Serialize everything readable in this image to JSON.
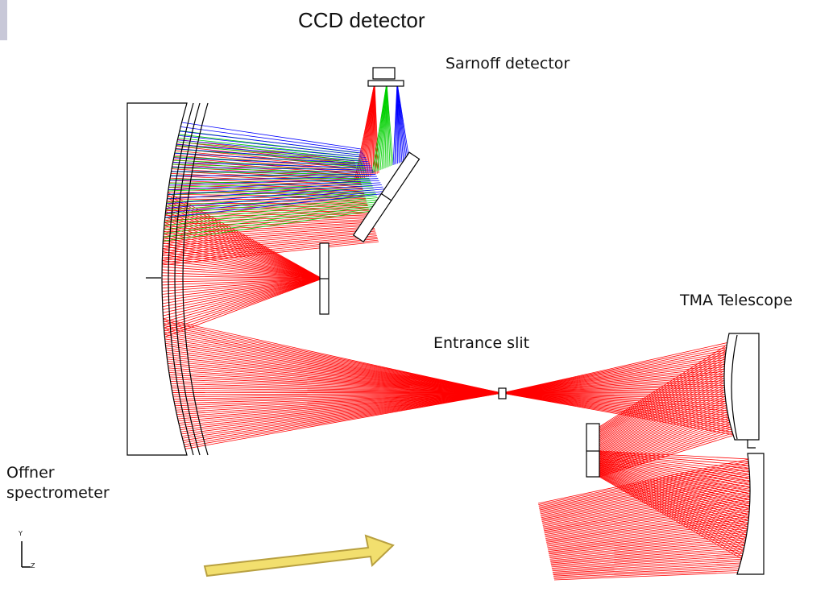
{
  "title": "CCD detector",
  "labels": {
    "sarnoff": "Sarnoff detector",
    "tma": "TMA Telescope",
    "slit": "Entrance slit",
    "offner_line1": "Offner",
    "offner_line2": "spectrometer"
  },
  "axes": {
    "y": "Y",
    "z": "Z"
  },
  "colors": {
    "ray_red": "#ff0000",
    "ray_green": "#00d000",
    "ray_blue": "#0000ff",
    "arrow_fill": "#f2df6e",
    "arrow_stroke": "#b8a040",
    "element_stroke": "#000000",
    "left_rule": "#c8c8d8"
  }
}
